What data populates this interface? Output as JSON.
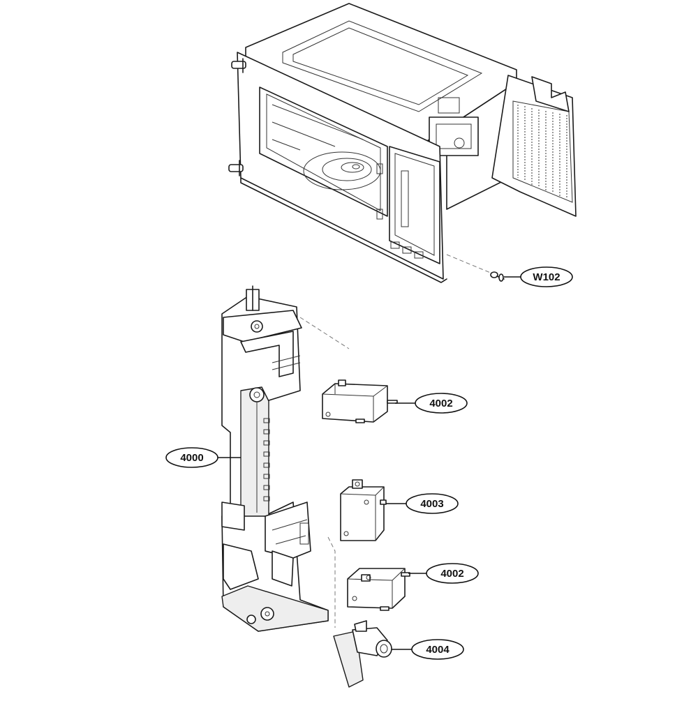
{
  "callouts": {
    "w102": "W102",
    "part_4000": "4000",
    "part_4002_upper": "4002",
    "part_4003": "4003",
    "part_4002_lower": "4002",
    "part_4004": "4004"
  }
}
